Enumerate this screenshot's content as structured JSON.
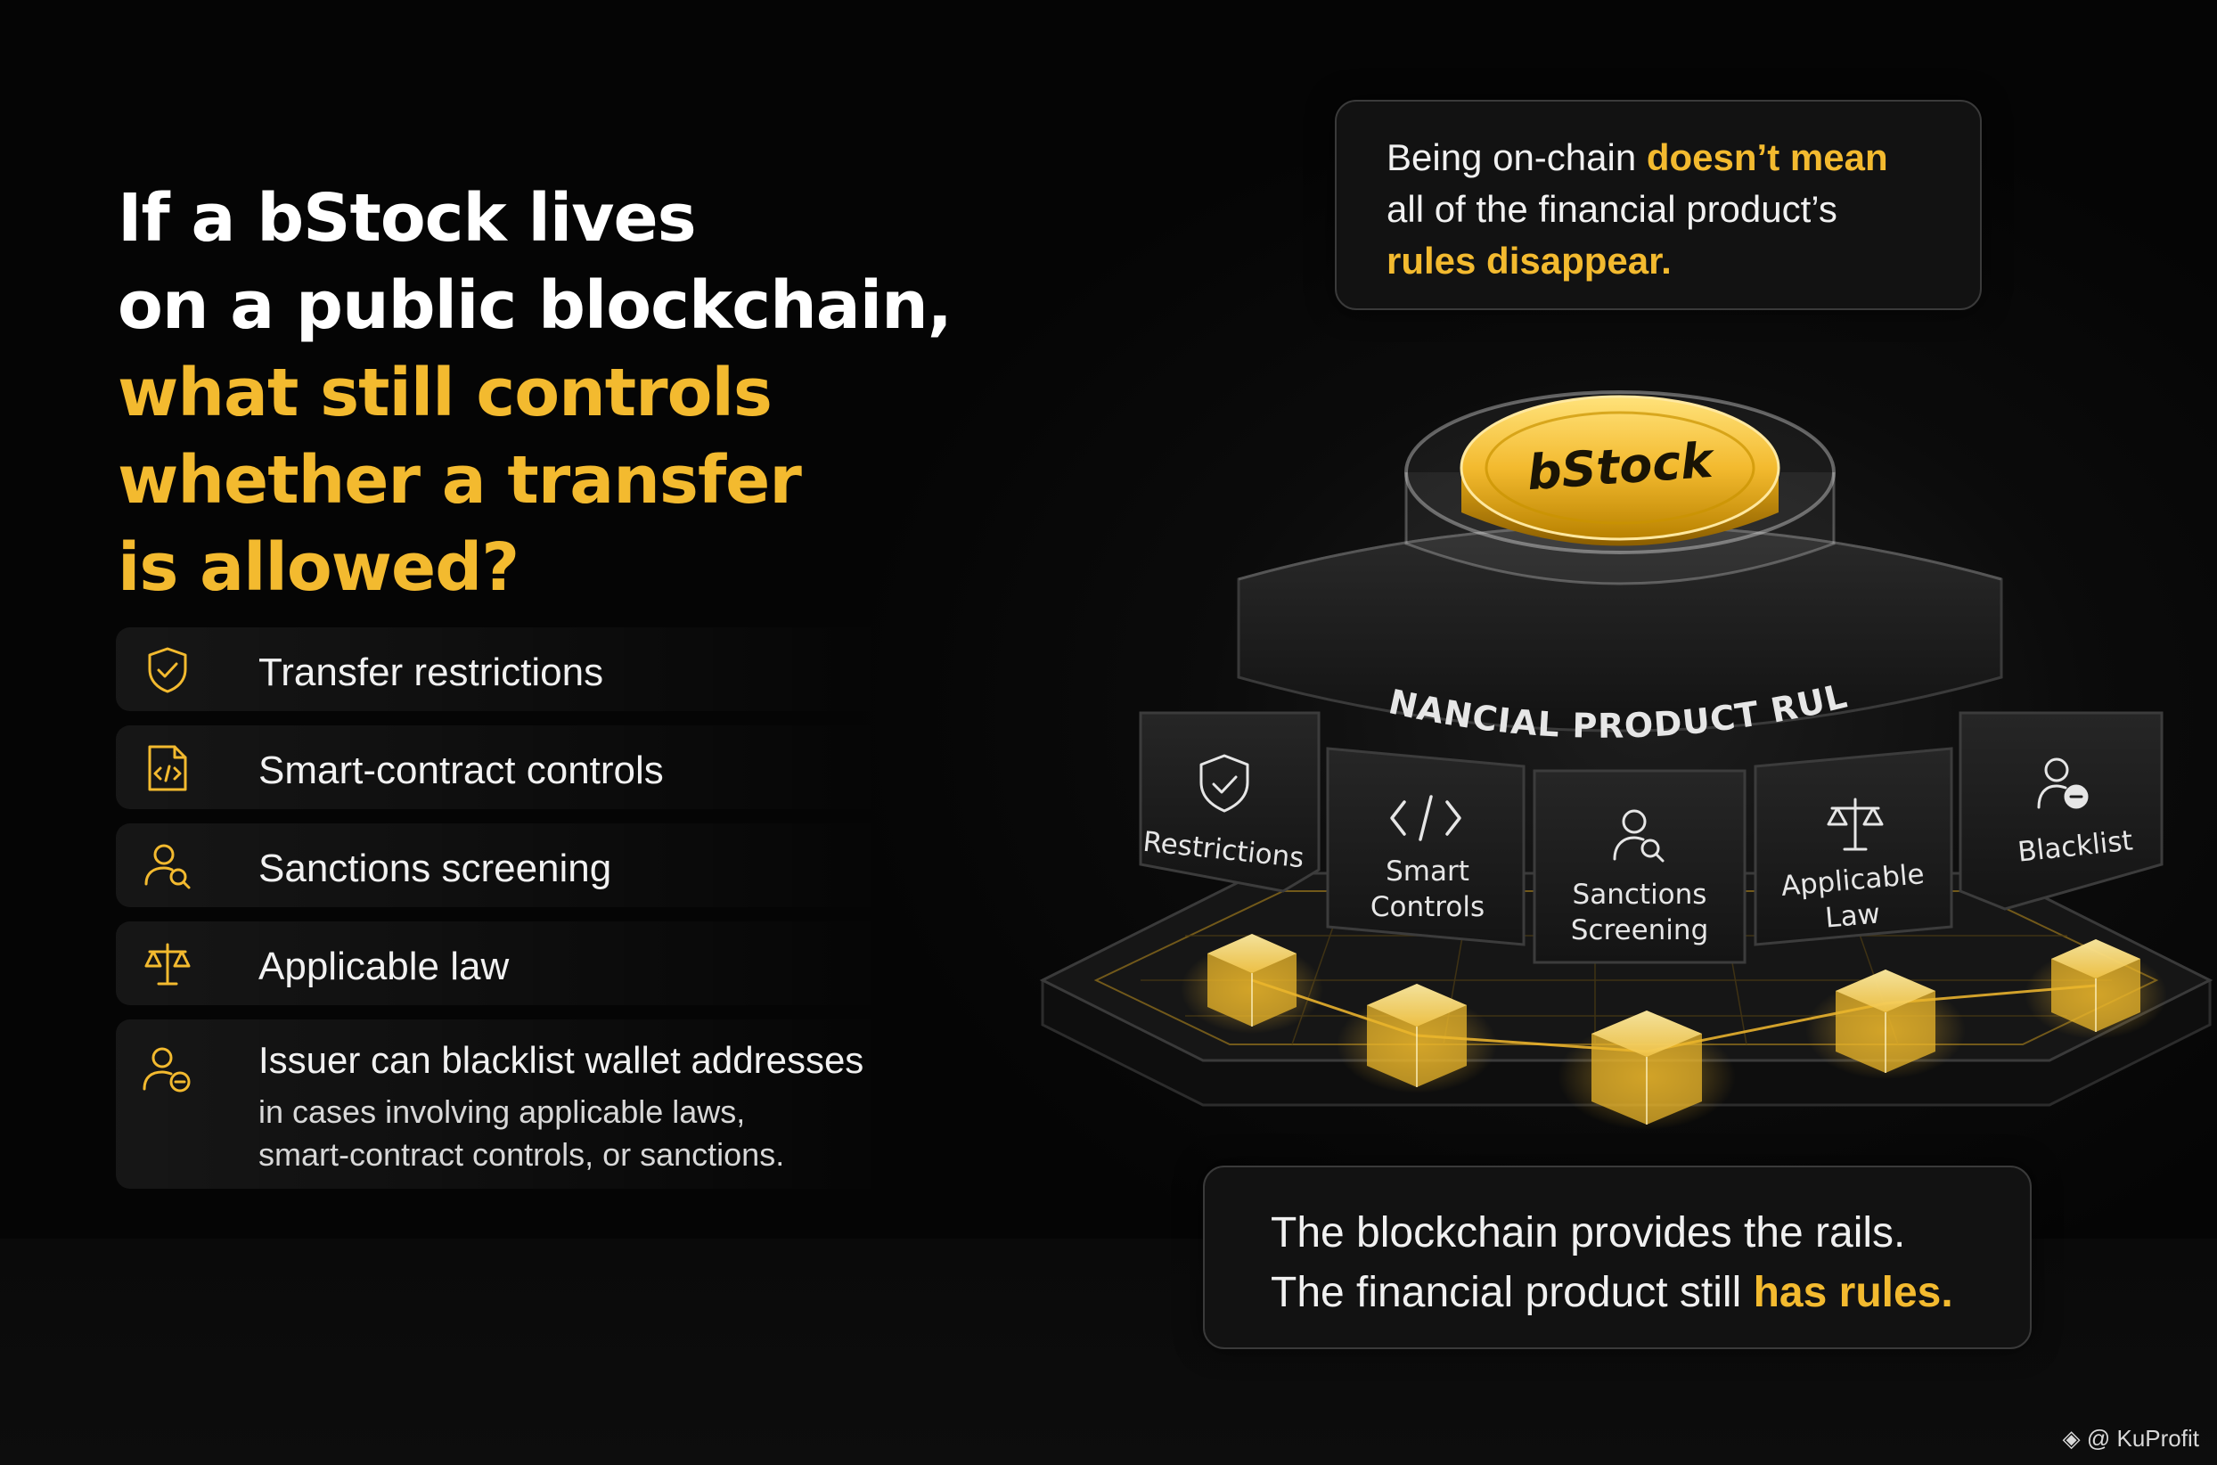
{
  "headline": {
    "line1": "If a bStock lives",
    "line2": "on a public blockchain,",
    "line3": "what still controls",
    "line4": "whether a transfer",
    "line5": "is allowed?"
  },
  "features": [
    {
      "icon": "shield-check-icon",
      "label": "Transfer restrictions"
    },
    {
      "icon": "code-file-icon",
      "label": "Smart-contract controls"
    },
    {
      "icon": "user-search-icon",
      "label": "Sanctions screening"
    },
    {
      "icon": "scales-icon",
      "label": "Applicable law"
    },
    {
      "icon": "user-minus-icon",
      "label": "Issuer can blacklist wallet addresses",
      "sub1": "in cases involving applicable laws,",
      "sub2": "smart-contract controls, or sanctions."
    }
  ],
  "callout_top": {
    "part1": "Being on-chain ",
    "part2": "doesn’t mean",
    "part3": "all of the financial product’s",
    "part4": "rules disappear."
  },
  "callout_bottom": {
    "line1": "The blockchain provides the rails.",
    "part2": "The financial product still ",
    "part3": "has rules."
  },
  "illustration": {
    "coin_label": "bStock",
    "band_label": "FINANCIAL PRODUCT RULES",
    "blocks": [
      {
        "icon": "shield-check-icon",
        "line1": "Restrictions",
        "line2": ""
      },
      {
        "icon": "code-icon",
        "line1": "Smart",
        "line2": "Controls"
      },
      {
        "icon": "user-search-icon",
        "line1": "Sanctions",
        "line2": "Screening"
      },
      {
        "icon": "scales-icon",
        "line1": "Applicable",
        "line2": "Law"
      },
      {
        "icon": "user-minus-icon",
        "line1": "Blacklist",
        "line2": ""
      }
    ]
  },
  "colors": {
    "accent": "#f3ba2f",
    "background": "#060606",
    "text": "#f2f2f2"
  },
  "watermark": "@ KuProfit"
}
